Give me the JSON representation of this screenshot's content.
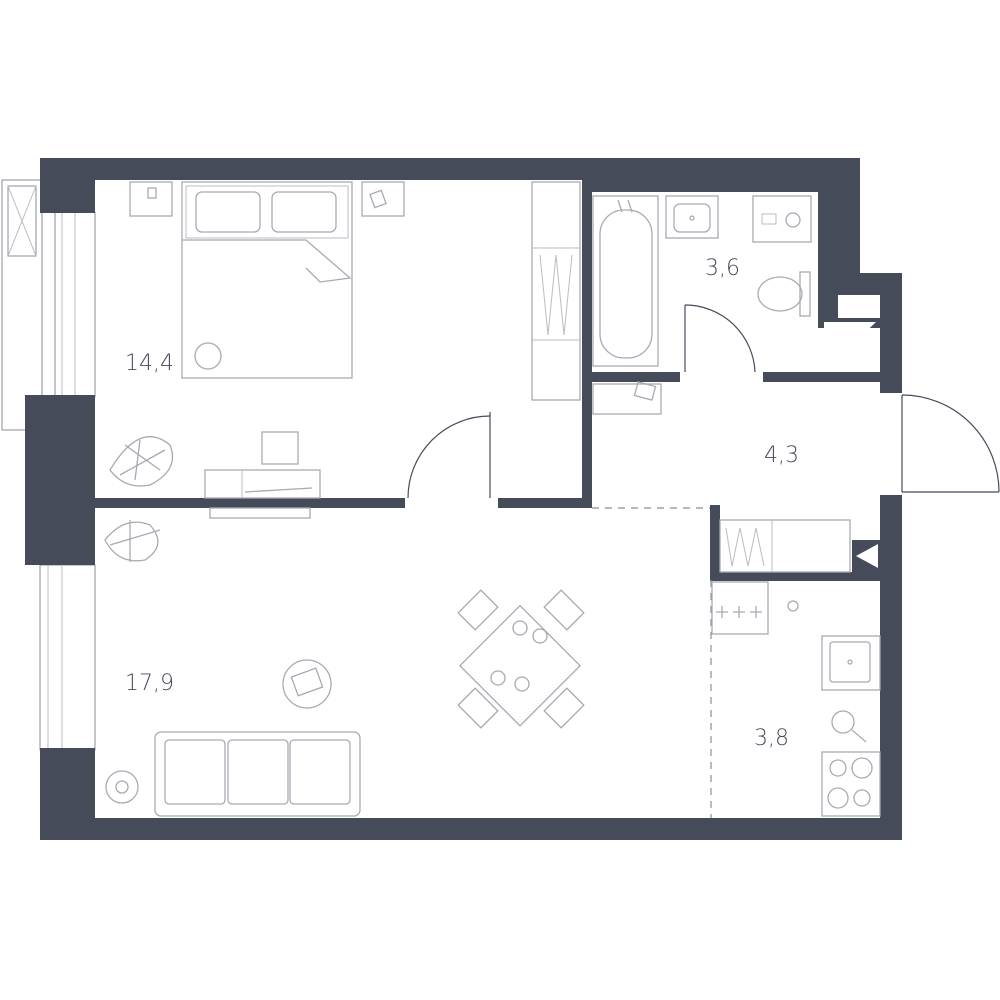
{
  "rooms": [
    {
      "id": "bedroom",
      "area": "14,4"
    },
    {
      "id": "bathroom",
      "area": "3,6"
    },
    {
      "id": "hallway",
      "area": "4,3"
    },
    {
      "id": "living-room",
      "area": "17,9"
    },
    {
      "id": "kitchen",
      "area": "3,8"
    }
  ],
  "colors": {
    "wall": "#464b5a",
    "furniture": "#a7aab3",
    "background": "#ffffff"
  },
  "icons": [
    "bed-icon",
    "bathtub-icon",
    "sink-icon",
    "toilet-icon",
    "washing-machine-icon",
    "dining-table-icon",
    "sofa-icon",
    "stove-icon",
    "plant-icon",
    "wardrobe-icon"
  ]
}
